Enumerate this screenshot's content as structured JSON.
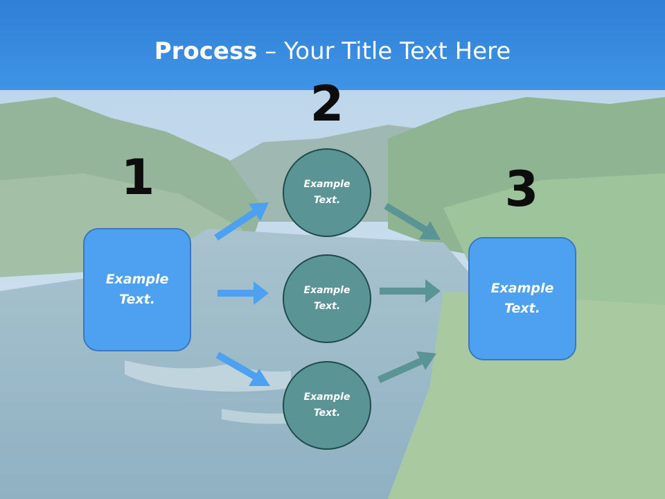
{
  "slide": {
    "title_bold": "Process",
    "title_rest": " – Your Title Text Here",
    "step1_number": "1",
    "step2_number": "2",
    "step3_number": "3",
    "box_left": "Example Text.",
    "circle_top": "Example Text.",
    "circle_middle": "Example Text.",
    "circle_bottom": "Example Text.",
    "box_right": "Example Text."
  },
  "colors": {
    "header": "#3a8ee3",
    "box_fill": "#4ea1f0",
    "circle_fill": "#5b9494",
    "arrow_blue": "#4ea1f0",
    "arrow_teal": "#5b9494"
  }
}
